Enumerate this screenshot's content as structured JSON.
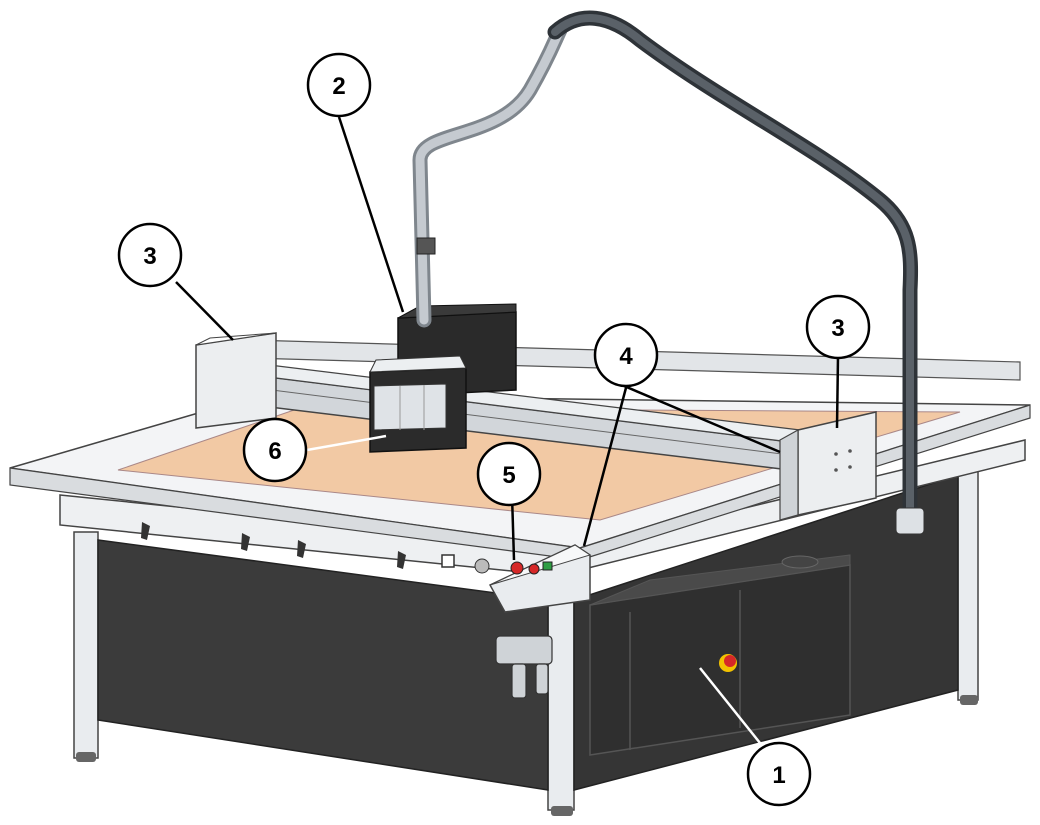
{
  "callouts": [
    {
      "id": "1",
      "label": "1"
    },
    {
      "id": "2",
      "label": "2"
    },
    {
      "id": "3a",
      "label": "3"
    },
    {
      "id": "3b",
      "label": "3"
    },
    {
      "id": "4",
      "label": "4"
    },
    {
      "id": "5",
      "label": "5"
    },
    {
      "id": "6",
      "label": "6"
    }
  ],
  "colors": {
    "bed": "#f2c9a4",
    "cabinet": "#3b3b3b",
    "frame": "#e9ecef",
    "outline": "#444444",
    "hose": "#4a4f55",
    "hose_light": "#9aa0a6",
    "emergency_stop": "#d62828",
    "green_button": "#2f9e44"
  }
}
